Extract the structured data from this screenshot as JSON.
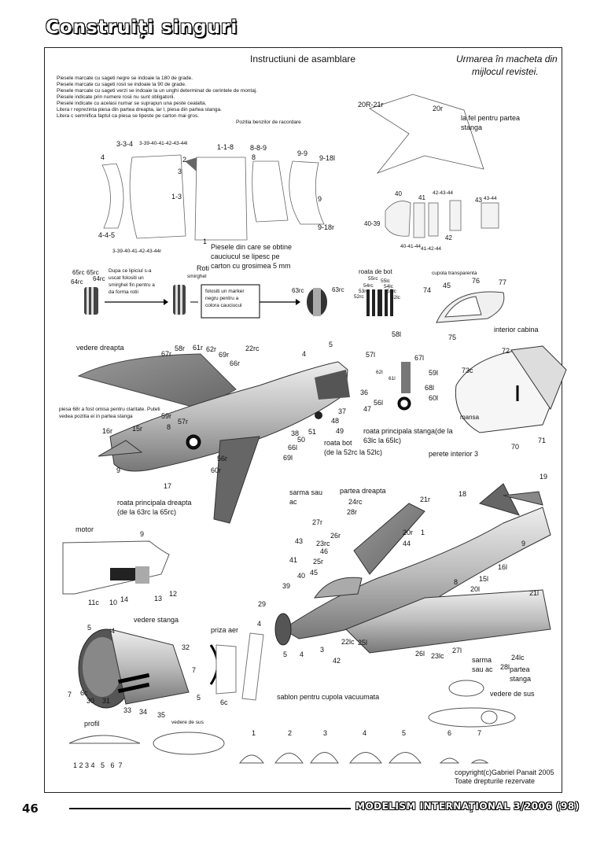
{
  "header": {
    "title": "Construiți singuri"
  },
  "page": {
    "title": "Instructiuni de asamblare",
    "continuation": [
      "Urmarea în macheta din",
      "mijlocul revistei."
    ],
    "notes": [
      "Piesele marcate cu sageti negre se indoaie la 180 de grade.",
      "Piesele marcate cu sageti rosii se indoaie la 90 de grade.",
      "Piesele marcate cu sageti verzi se indoaie la un unghi determinat de cerintele de montaj.",
      "Piesele indicate prin numere rosii nu sunt obligatorii.",
      "Piesele indicate cu acelasi numar se suprapun una peste cealalta.",
      "Litera r reprezinta piesa din partea dreapta, iar l, piesa din partea stanga.",
      "Litera c semnifica faptul ca piesa se lipeste pe carton mai gros."
    ],
    "bands_position": "Pozitia benzilor de racordare"
  },
  "labels": {
    "b334": "3-3-4",
    "b339top": "3-39-40-41-42-43-44l",
    "b118": "1-1-8",
    "b889": "8-8-9",
    "b99": "9-9",
    "b918l": "9-18l",
    "b4": "4",
    "b2": "2",
    "b3": "3",
    "b8": "8",
    "b13": "1-3",
    "b9": "9",
    "b445": "4-4-5",
    "b918r": "9-18r",
    "b1": "1",
    "b339bot": "3-39-40-41-42-43-44r",
    "rubber_note": [
      "Piesele din care se obtine",
      "cauciucul se lipesc pe",
      "carton cu grosimea 5 mm"
    ],
    "w20r21r": "20R-21r",
    "w20r": "20r",
    "same_left": [
      "la fel pentru partea",
      "stanga"
    ],
    "c40": "40",
    "c41": "41",
    "c4244": "42-43-44",
    "c43": "43",
    "c4344": "43-44",
    "c4039": "40-39",
    "c42": "42",
    "c414244": "40-41-44",
    "c41b": "41-42-44",
    "wheels_title": "Roti",
    "wheel_note": [
      "Dupa ce lipiciul s-a",
      "uscat folositi un",
      "smirghel fin pentru a",
      "da forma rotii"
    ],
    "smirghel": "smirghel",
    "marker_note": [
      "folositi un marker",
      "negru pentru a",
      "colora cauciucul"
    ],
    "w65rc": "65rc",
    "w65rc2": "65rc",
    "w64rc": "64rc",
    "w64rc2": "64rc",
    "w63rc": "63rc",
    "w63rc2": "63rc",
    "tail_wheel": "roata de bot",
    "w55rc": "55rc",
    "w55lc": "55lc",
    "w54rc": "54rc",
    "w54lc": "54lc",
    "w53rc": "53rc",
    "w53lc": "53lc",
    "w52rc": "52rc",
    "w52lc": "52lc",
    "canopy": "cupola transparenta",
    "k45": "45",
    "k76": "76",
    "k77": "77",
    "k74": "74",
    "k75": "75",
    "right_view": "vedere dreapta",
    "r5": "5",
    "r4": "4",
    "r58r": "58r",
    "r61r": "61r",
    "r62r": "62r",
    "r67r": "67r",
    "r69r": "69r",
    "r66r": "66r",
    "r22rc": "22rc",
    "r36": "36",
    "r37": "37",
    "r47": "47",
    "r48": "48",
    "r49": "49",
    "r38": "38",
    "r51": "51",
    "r50": "50",
    "r66l": "66l",
    "r69l": "69l",
    "r59r": "59r",
    "r57r": "57r",
    "r8": "8",
    "r16r": "16r",
    "r15r": "15r",
    "r9": "9",
    "r17": "17",
    "r56r": "56r",
    "r60r": "60r",
    "omit_note": [
      "piesa 68r a fost omisa pentru claritate. Puteti",
      "vedea pozitia ei in partea stanga"
    ],
    "main_right": [
      "roata principala dreapta",
      "(de la 63rc la 65rc)"
    ],
    "nose_wheel": [
      "roata bot",
      "(de la 52rc la 52lc)"
    ],
    "g58l": "58l",
    "g57l": "57l",
    "g67l": "67l",
    "g62l": "62l",
    "g61l": "61l",
    "g59l": "59l",
    "g68l": "68l",
    "g60l": "60l",
    "g56l": "56l",
    "main_left": [
      "roata principala stanga(de la",
      "63lc la 65lc)"
    ],
    "cabin": "interior cabina",
    "c72": "72",
    "c73c": "73c",
    "mansa": "mansa",
    "c70": "70",
    "c71": "71",
    "wall": "perete interior 3",
    "wire_right": [
      "sarma sau",
      "ac"
    ],
    "right_part": "partea dreapta",
    "p24rc": "24rc",
    "p28r": "28r",
    "p21r": "21r",
    "p18": "18",
    "p19": "19",
    "p27r": "27r",
    "p26r": "26r",
    "p23rc": "23rc",
    "p46": "46",
    "p43": "43",
    "p20r": "20r",
    "p44": "44",
    "p1": "1",
    "p9": "9",
    "p41": "41",
    "p25r": "25r",
    "p40": "40",
    "p45": "45",
    "p39": "39",
    "p16l": "16l",
    "p15l": "15l",
    "p8": "8",
    "p20l": "20l",
    "p21l": "21l",
    "p29": "29",
    "p22lc": "22lc",
    "p25l": "25l",
    "p26l": "26l",
    "p23lc": "23lc",
    "p27l": "27l",
    "p5": "5",
    "p4": "4",
    "p3": "3",
    "p42": "42",
    "wire_left": [
      "sarma",
      "sau ac"
    ],
    "p28l": "28l",
    "p24lc": "24lc",
    "left_part": [
      "partea",
      "stanga"
    ],
    "motor": "motor",
    "m9": "9",
    "m11c": "11c",
    "m10": "10",
    "m14": "14",
    "m13": "13",
    "m12": "12",
    "left_view": "vedere stanga",
    "l5": "5",
    "l4": "4",
    "l32": "32",
    "l7": "7",
    "l6c": "6c",
    "l30": "30",
    "l31": "31",
    "l33": "33",
    "l34": "34",
    "l35": "35",
    "intake": "priza aer",
    "i4": "4",
    "i7": "7",
    "i5": "5",
    "i6c": "6c",
    "template": "sablon pentru cupola vacuumata",
    "top_view": "vedere de sus",
    "profile": "profil",
    "top_small": "vedere de sus",
    "prof_nums": "1 2 3 4   5   6  7",
    "t1": "1",
    "t2": "2",
    "t3": "3",
    "t4": "4",
    "t5": "5",
    "t6": "6",
    "t7": "7",
    "copyright": [
      "copyright(c)Gabriel Panait 2005",
      "Toate drepturile rezervate"
    ]
  },
  "footer": {
    "page_number": "46",
    "magazine": "MODELISM INTERNAȚIONAL 3/2006 (98)"
  }
}
